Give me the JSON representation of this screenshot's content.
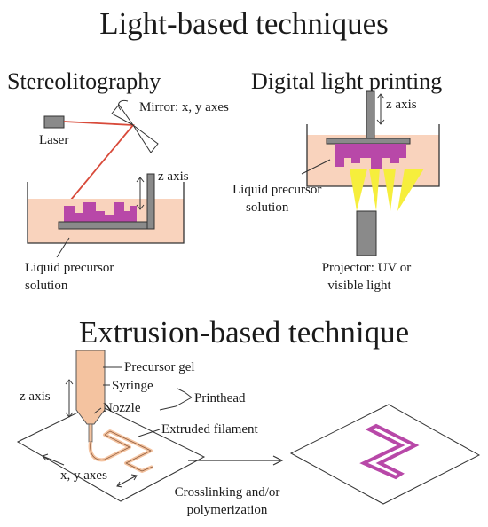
{
  "title_top": "Light-based techniques",
  "stereo": {
    "title": "Stereolitography",
    "laser": "Laser",
    "mirror": "Mirror: x, y axes",
    "z_axis": "z axis",
    "liquid_line1": "Liquid precursor",
    "liquid_line2": "solution"
  },
  "dlp": {
    "title": "Digital light printing",
    "z_axis": "z axis",
    "liquid_line1": "Liquid precursor",
    "liquid_line2": "solution",
    "projector_line1": "Projector: UV or",
    "projector_line2": "visible light"
  },
  "title_bottom": "Extrusion-based technique",
  "extrusion": {
    "precursor_gel": "Precursor gel",
    "syringe": "Syringe",
    "printhead": "Printhead",
    "nozzle": "Nozzle",
    "z_axis": "z axis",
    "filament": "Extruded filament",
    "xy_axes": "x, y axes",
    "process_line1": "Crosslinking and/or",
    "process_line2": "polymerization"
  },
  "colors": {
    "liquid": "#f9d3bd",
    "resin": "#b848a8",
    "metal": "#8a8a8a",
    "laser": "#d84a3a",
    "light": "#f6ee3c",
    "gel": "#f4c3a0"
  }
}
